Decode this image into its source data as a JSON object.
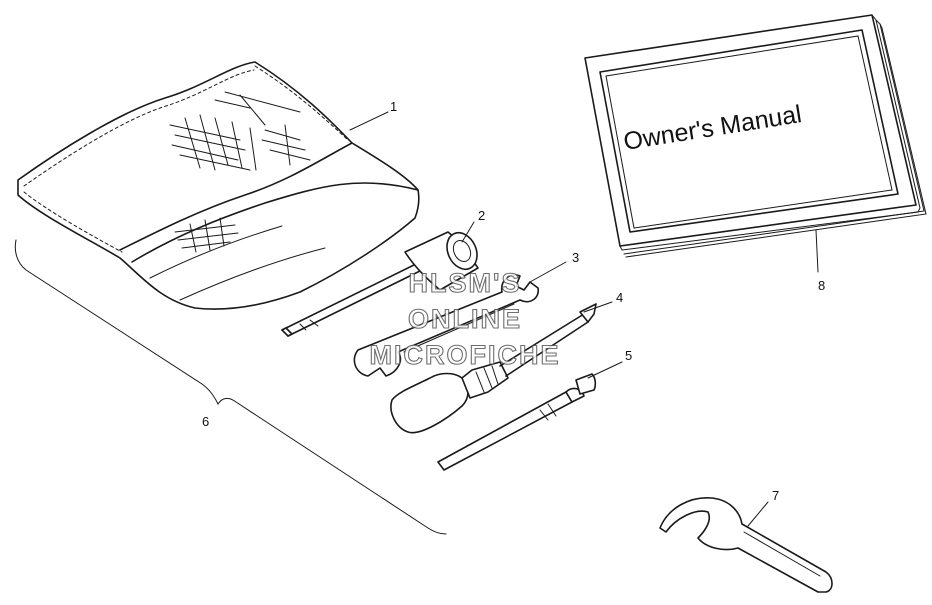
{
  "diagram": {
    "manual_title": "Owner's Manual",
    "callouts": [
      "1",
      "2",
      "3",
      "4",
      "5",
      "6",
      "7",
      "8"
    ]
  },
  "watermark": {
    "lines": [
      "HLSM'S",
      "ONLINE",
      "MICROFICHE"
    ]
  }
}
